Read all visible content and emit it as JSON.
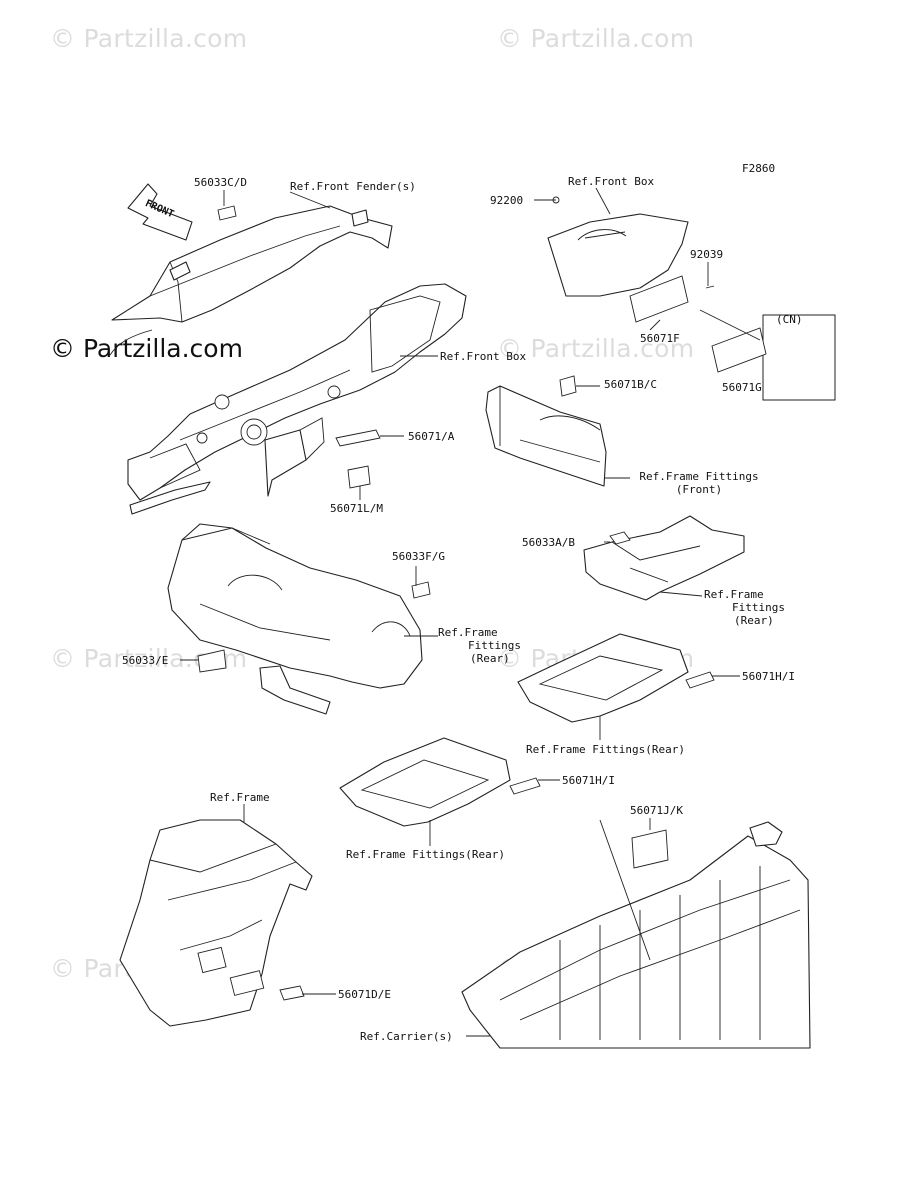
{
  "watermark": {
    "text": "© Partzilla.com"
  },
  "logo_text": "© Partzilla.com",
  "diagram_code": "F2860",
  "labels": {
    "p56033cd": "56033C/D",
    "ref_front_fender": "Ref.Front Fender(s)",
    "front_arrow": "FRONT",
    "ref_front_box_top": "Ref.Front Box",
    "p92200": "92200",
    "p92039": "92039",
    "cn": "(CN)",
    "p56071f": "56071F",
    "p56071g": "56071G",
    "ref_front_box_mid": "Ref.Front Box",
    "p56071bc": "56071B/C",
    "p56071a": "56071/A",
    "ref_frame_fittings_front_1": "Ref.Frame Fittings",
    "ref_frame_fittings_front_2": "(Front)",
    "p56071lm": "56071L/M",
    "p56033ab": "56033A/B",
    "p56033fg": "56033F/G",
    "ref_frame_rear_a1": "Ref.Frame",
    "ref_frame_rear_a2": "Fittings",
    "ref_frame_rear_a3": "(Rear)",
    "ref_frame_rear_b1": "Ref.Frame",
    "ref_frame_rear_b2": "Fittings",
    "ref_frame_rear_b3": "(Rear)",
    "p56033e": "56033/E",
    "p56071hi_1": "56071H/I",
    "ref_frame_fittings_rear_1": "Ref.Frame Fittings(Rear)",
    "p56071hi_2": "56071H/I",
    "ref_frame": "Ref.Frame",
    "ref_frame_fittings_rear_2": "Ref.Frame Fittings(Rear)",
    "p56071jk": "56071J/K",
    "p56071de": "56071D/E",
    "ref_carrier": "Ref.Carrier(s)"
  }
}
